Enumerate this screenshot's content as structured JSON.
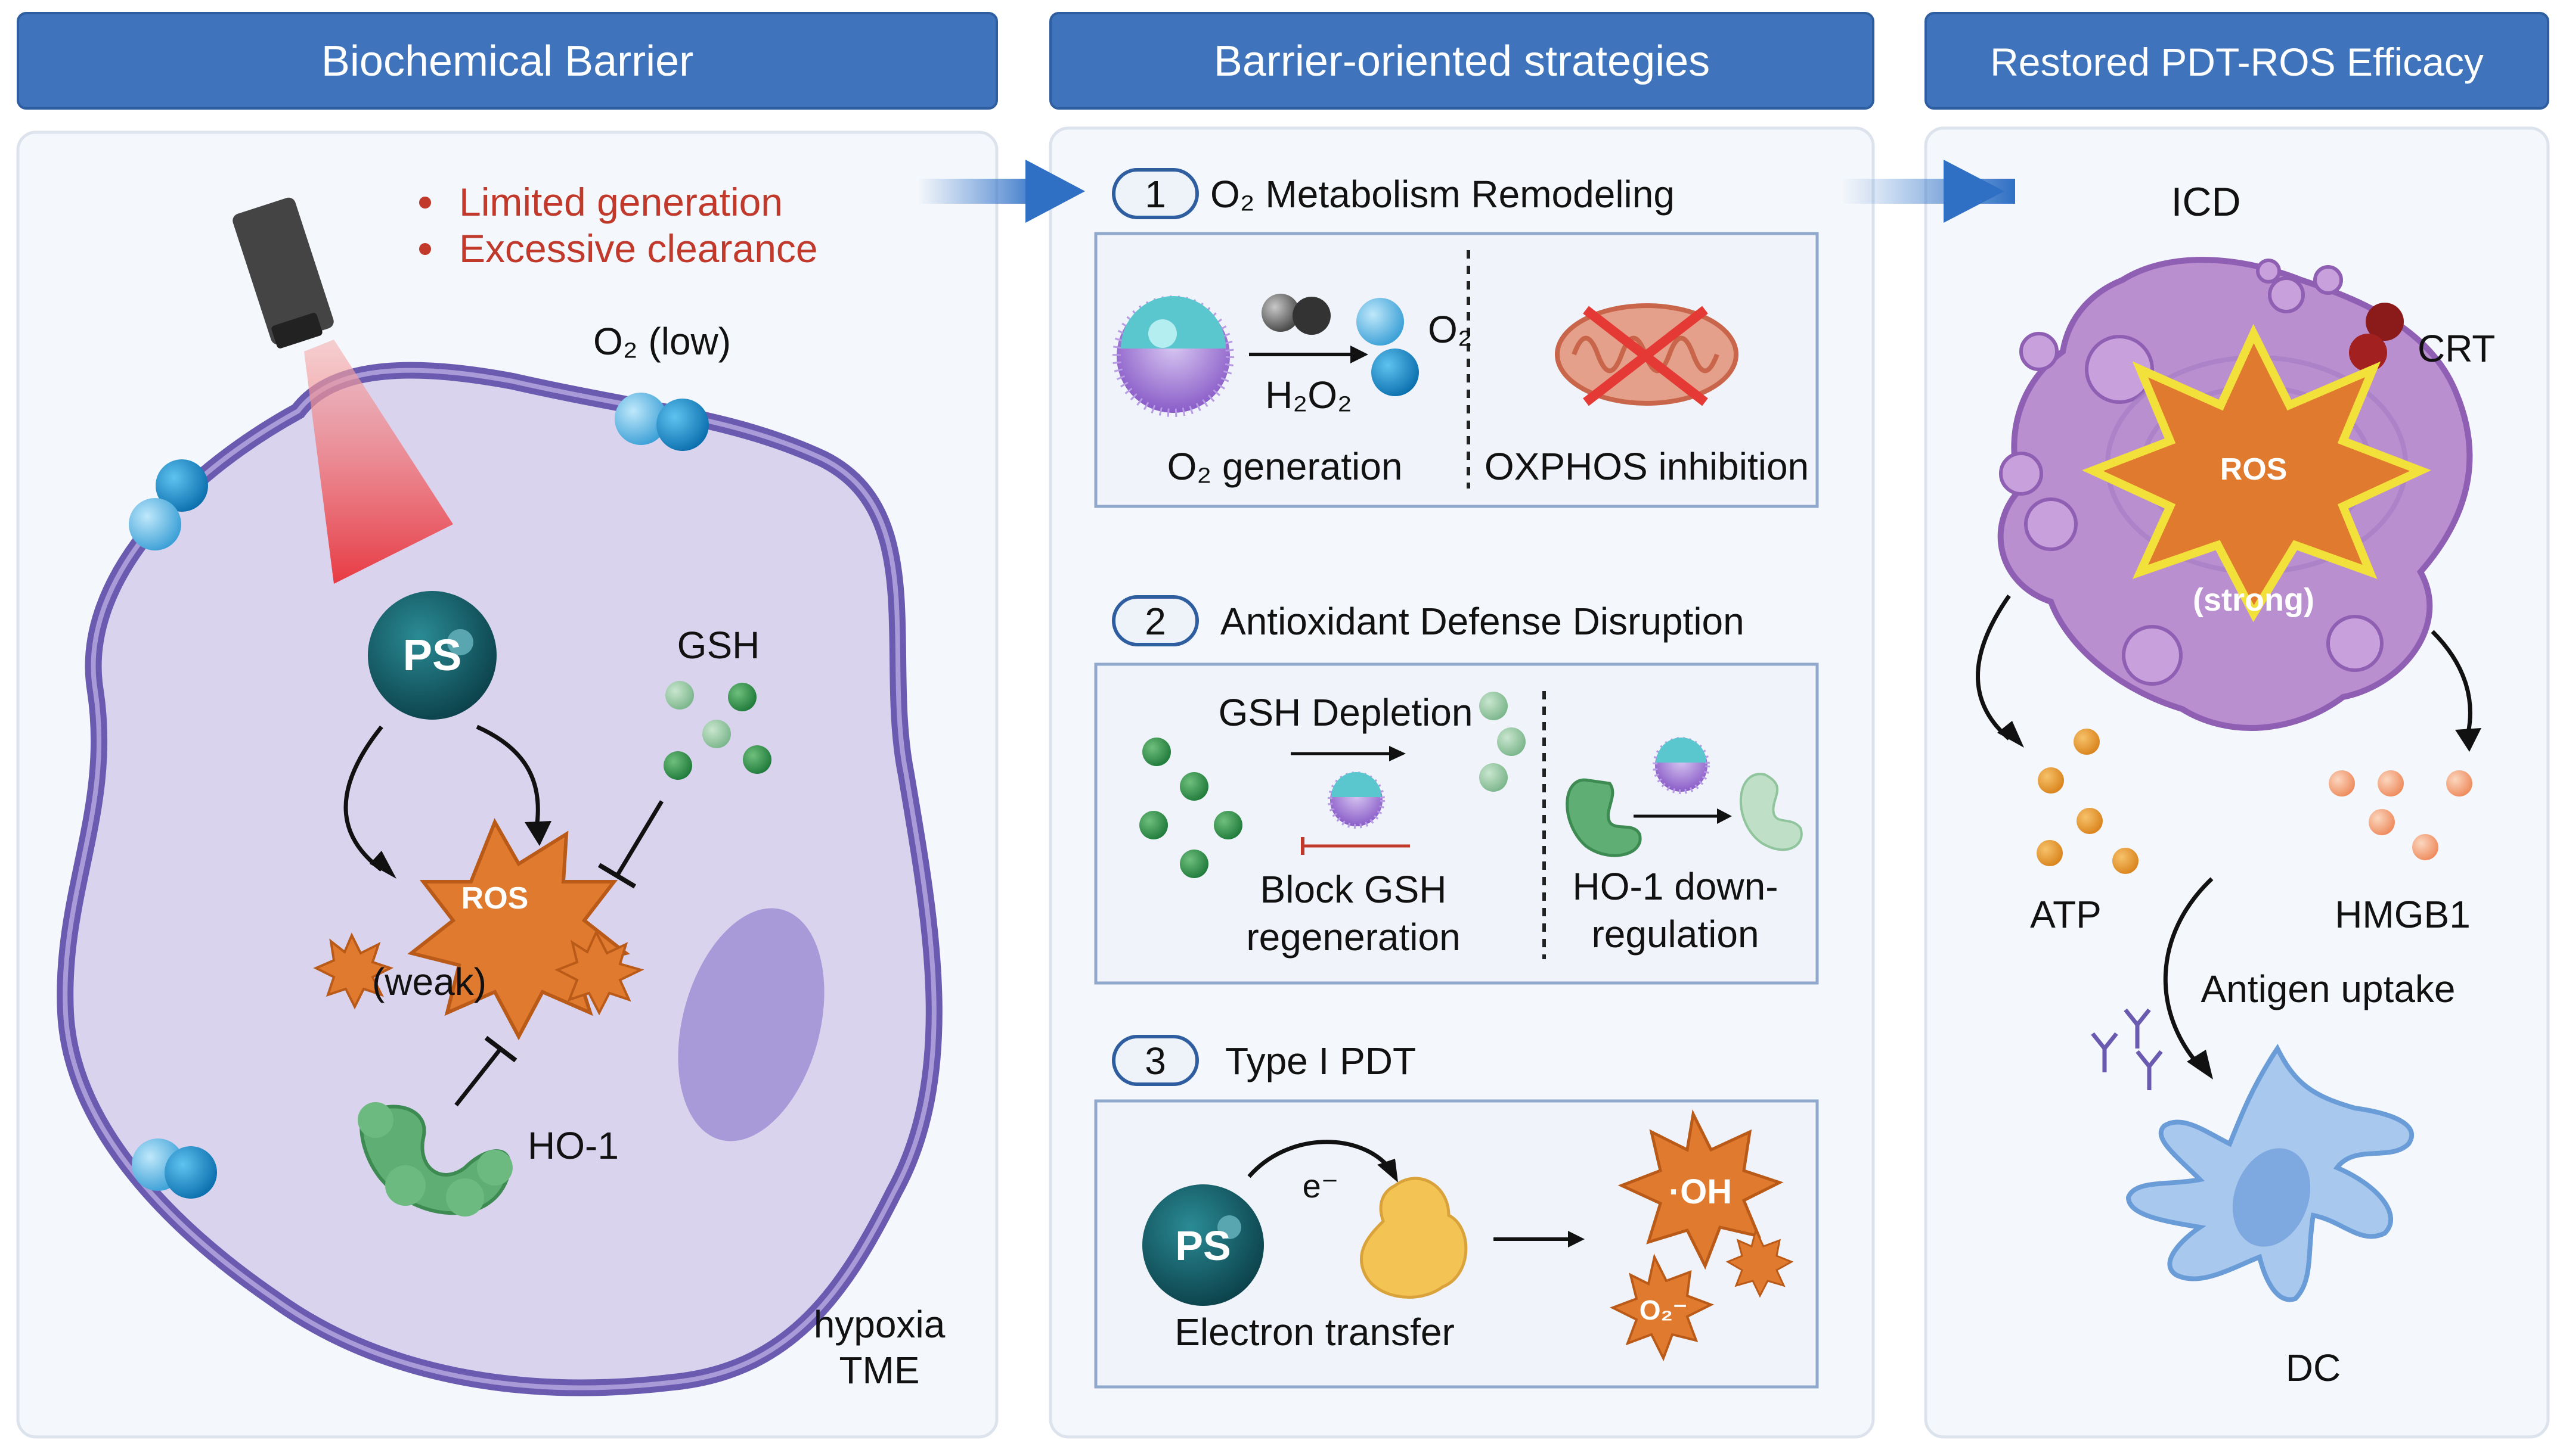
{
  "headers": {
    "left": "Biochemical Barrier",
    "middle": "Barrier-oriented strategies",
    "right": "Restored PDT-ROS Efficacy"
  },
  "left": {
    "bullets": [
      "Limited generation",
      "Excessive clearance"
    ],
    "o2_low": "O₂ (low)",
    "ps": "PS",
    "gsh": "GSH",
    "ros": "ROS",
    "weak": "(weak)",
    "ho1": "HO-1",
    "hypoxia": "hypoxia",
    "tme": "TME"
  },
  "middle": {
    "s1": {
      "num": "1",
      "title": "O₂  Metabolism Remodeling",
      "o2": "O₂",
      "h2o2": "H₂O₂",
      "left_caption": "O₂ generation",
      "right_caption": "OXPHOS inhibition"
    },
    "s2": {
      "num": "2",
      "title": "Antioxidant Defense Disruption",
      "gsh_depletion": "GSH Depletion",
      "block1": "Block GSH",
      "block2": "regeneration",
      "ho1a": "HO-1  down-",
      "ho1b": "regulation"
    },
    "s3": {
      "num": "3",
      "title": "Type I PDT",
      "ps": "PS",
      "e": "e⁻",
      "oh": "·OH",
      "o2rad": "O₂⁻",
      "caption": "Electron transfer"
    }
  },
  "right": {
    "icd": "ICD",
    "crt": "CRT",
    "ros": "ROS",
    "strong": "(strong)",
    "atp": "ATP",
    "hmgb1": "HMGB1",
    "antigen": "Antigen uptake",
    "dc": "DC"
  },
  "colors": {
    "header": "#3f74bd",
    "ros_orange": "#e07a2e",
    "red_text": "#c0392b",
    "cell_membrane": "#6a5ab0",
    "ps_teal": "#0f4f5a"
  }
}
